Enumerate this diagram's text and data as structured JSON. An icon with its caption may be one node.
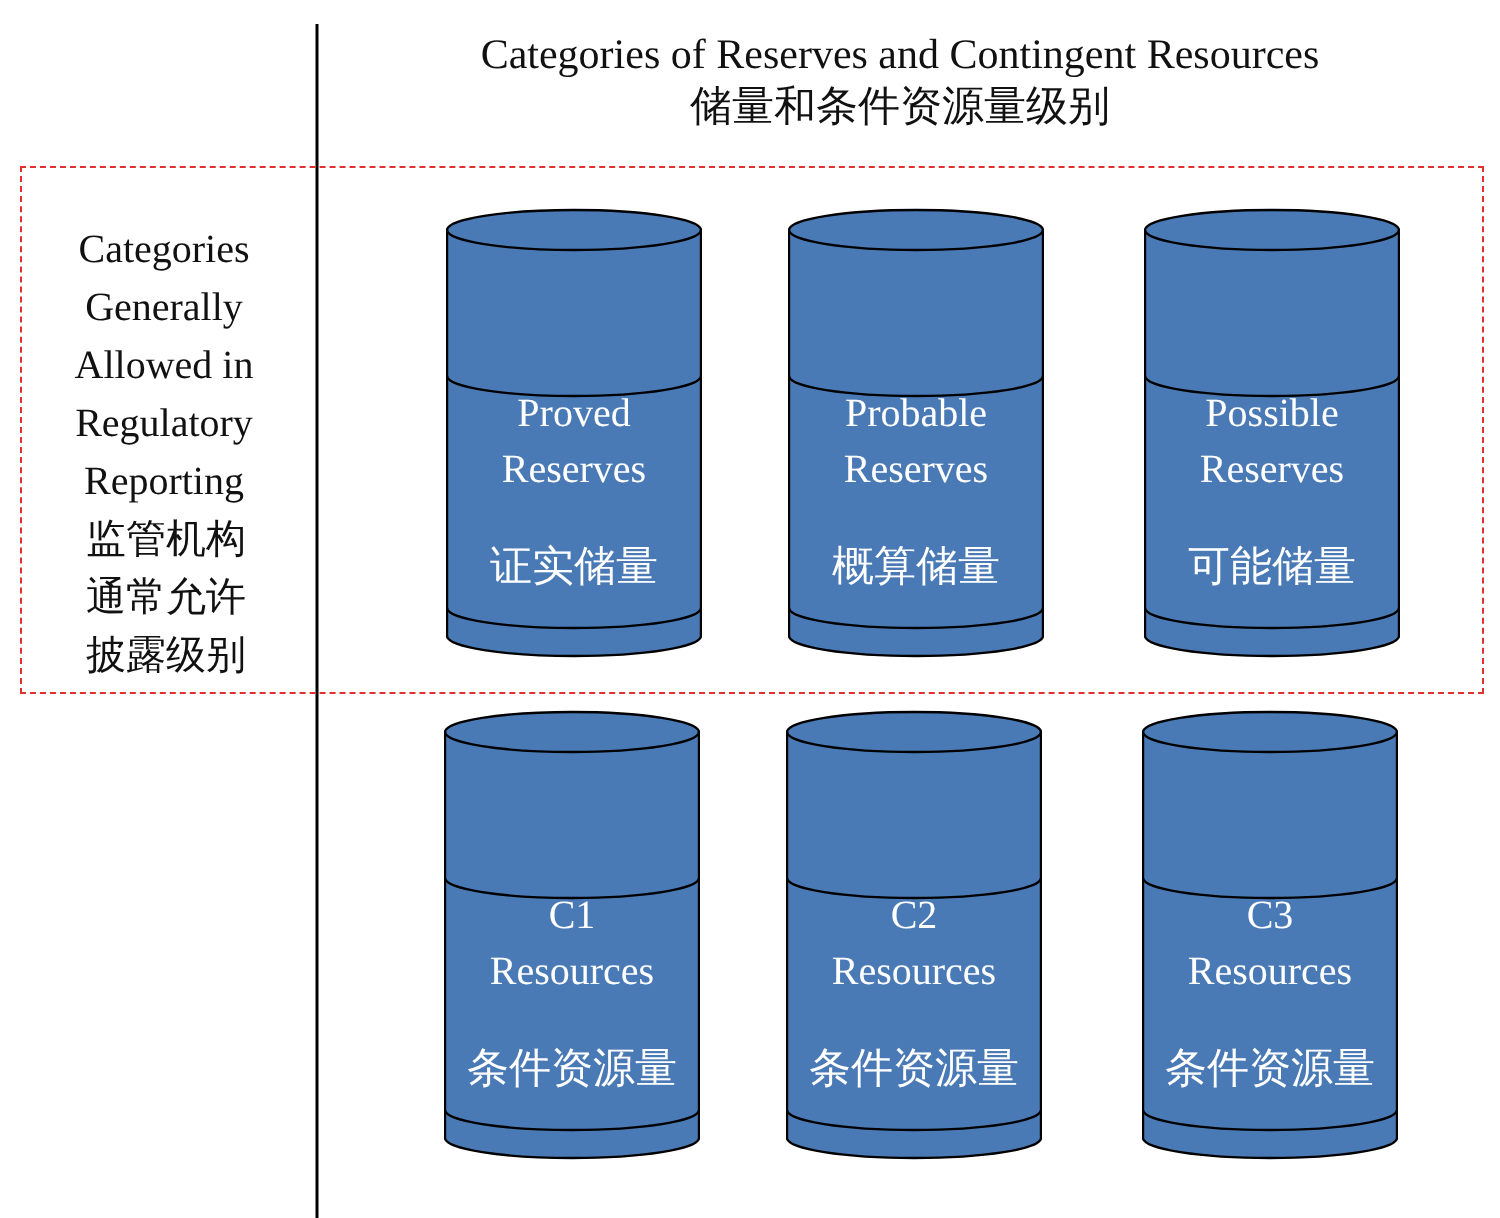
{
  "diagram": {
    "title": "Categories of Reserves and Contingent Resources",
    "nodes": [
      {
        "text": [
          "Categories Generally Allowed in Regulatory Reporting",
          "监管机构通常允许披露级别"
        ]
      },
      {
        "text": [
          "Proved Reserves",
          "证实储量"
        ],
        "in": 0
      },
      {
        "text": [
          "Probable Reserves",
          "概算储量"
        ],
        "in": 0
      },
      {
        "text": [
          "Possible Reserves",
          "可能储量"
        ],
        "in": 0
      },
      {
        "text": [
          "C1 Resources",
          "条件资源量"
        ]
      },
      {
        "text": [
          "C2 Resources",
          "条件资源量"
        ]
      },
      {
        "text": [
          "C3 Resources",
          "条件资源量"
        ]
      }
    ],
    "labels": [
      "储量和条件资源量级别"
    ]
  }
}
